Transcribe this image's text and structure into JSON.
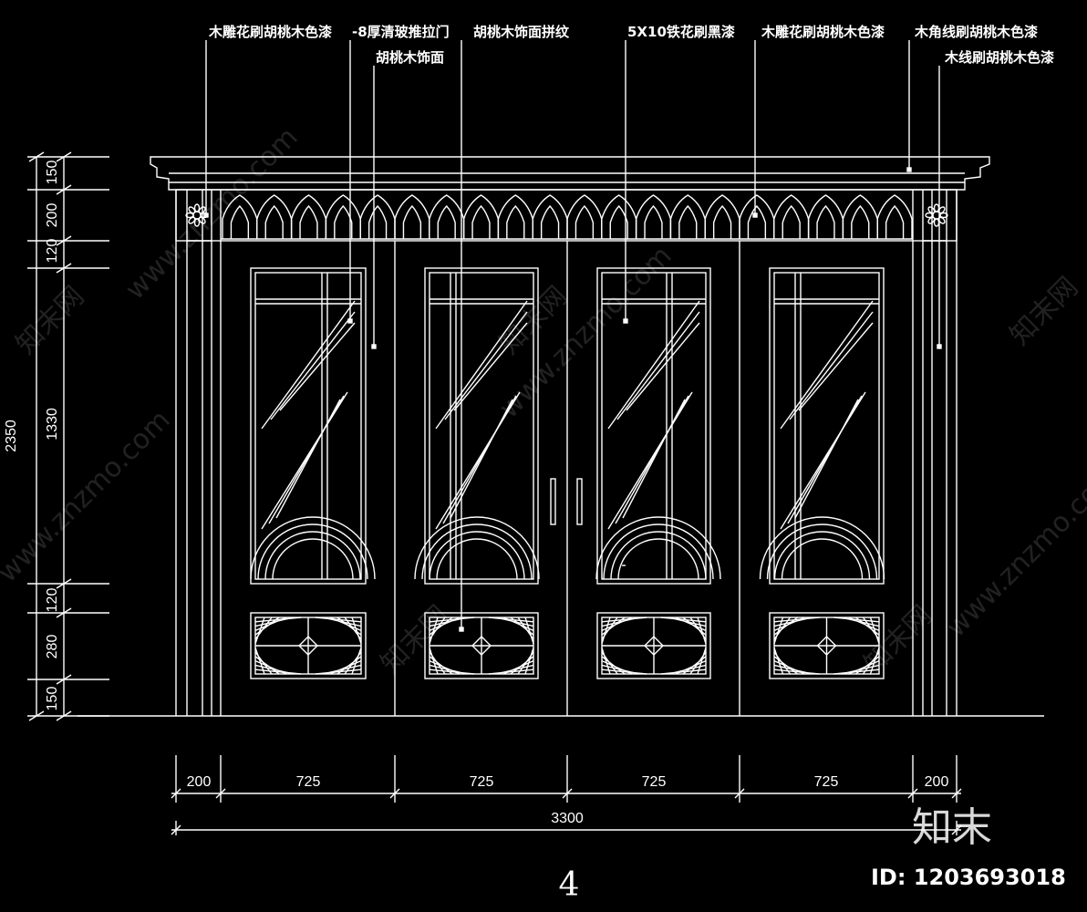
{
  "annotations": {
    "a1": "木雕花刷胡桃木色漆",
    "a2": "-8厚清玻推拉门",
    "a3": "胡桃木饰面拼纹",
    "a4": "胡桃木饰面",
    "a5": "5X10铁花刷黑漆",
    "a6": "木雕花刷胡桃木色漆",
    "a7": "木角线刷胡桃木色漆",
    "a8": "木线刷胡桃木色漆"
  },
  "dimensions": {
    "vertical": [
      "150",
      "200",
      "120",
      "1330",
      "120",
      "280",
      "150"
    ],
    "total_height": "2350",
    "horizontal": [
      "200",
      "725",
      "725",
      "725",
      "725",
      "200"
    ],
    "total_width": "3300"
  },
  "drawing_number": "4",
  "watermark": {
    "site": "www.znzmo.com",
    "site_cn": "知末网",
    "brand": "知末",
    "id": "ID: 1203693018"
  },
  "colors": {
    "background": "#000000",
    "lines": "#ffffff"
  }
}
